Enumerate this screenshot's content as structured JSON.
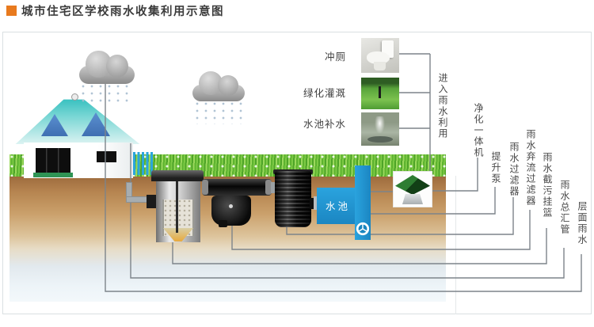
{
  "title": "城市住宅区学校雨水收集利用示意图",
  "usage": {
    "toilet": "冲厕",
    "irrigation": "绿化灌溉",
    "pool_refill": "水池补水",
    "bracket_label": "进入雨水利用"
  },
  "equipment": {
    "purifier": "净化一体机",
    "lift_pump": "提升泵",
    "rain_filter": "雨水过滤器",
    "first_flush_filter": "雨水弃流过滤器",
    "debris_basket": "雨水截污挂篮",
    "main_collector_pipe": "雨水总汇管",
    "roof_rainwater": "层面雨水"
  },
  "scene": {
    "pool_label": "水池"
  },
  "colors": {
    "title_accent": "#e87a1e",
    "pool_blue": "#1f95d2",
    "leader_line": "#7d848a",
    "grass_green": "#5db32f",
    "soil_brown": "#b5834f",
    "purifier_green": "#1c5c28",
    "roof_teal": "#2fbdbd"
  }
}
